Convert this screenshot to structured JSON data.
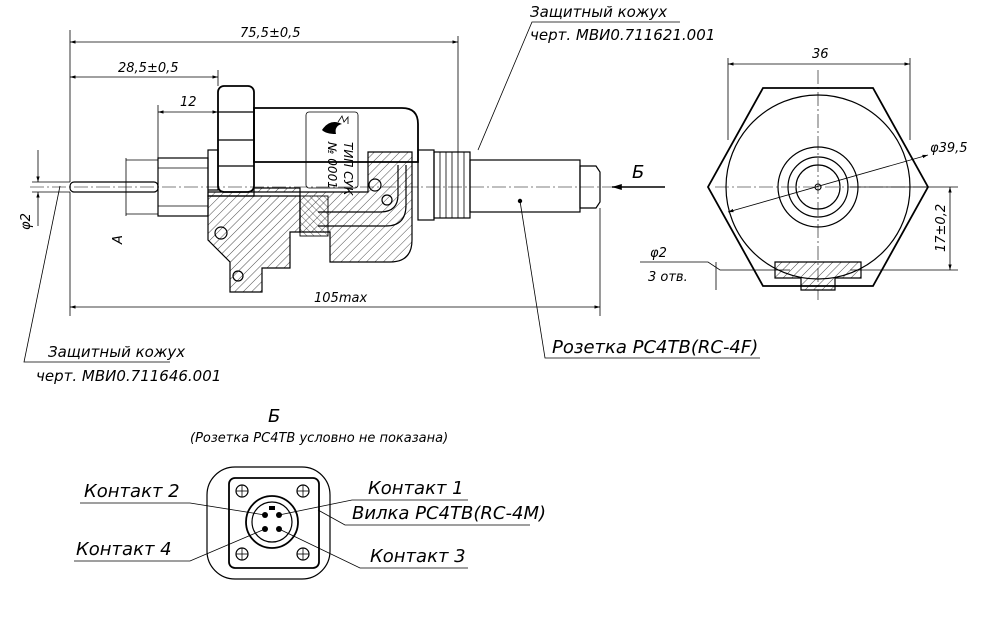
{
  "dimensions": {
    "overall_length": "75,5±0,5",
    "mid_length": "28,5±0,5",
    "short_length": "12",
    "max_length": "105max",
    "diameter_probe": "φ2",
    "letter_a": "A",
    "width_36": "36",
    "diameter_39": "φ39,5",
    "height_17": "17±0,2",
    "hole_diameter": "φ2",
    "hole_count": "3 отв."
  },
  "callouts": {
    "cover_top_title": "Защитный кожух",
    "cover_top_ref": "черт. МВИ0.711621.001",
    "cover_left_title": "Защитный кожух",
    "cover_left_ref": "черт. МВИ0.711646.001",
    "socket": "Розетка РС4ТВ(RC-4F)",
    "view_arrow": "Б"
  },
  "body_marking": {
    "type": "ТИП СУК",
    "number": "№ 0001"
  },
  "view_b": {
    "title": "Б",
    "subtitle": "(Розетка РС4ТВ условно не показана)",
    "contact_1": "Контакт 1",
    "contact_2": "Контакт 2",
    "contact_3": "Контакт 3",
    "contact_4": "Контакт 4",
    "plug": "Вилка РС4ТВ(RC-4M)"
  }
}
